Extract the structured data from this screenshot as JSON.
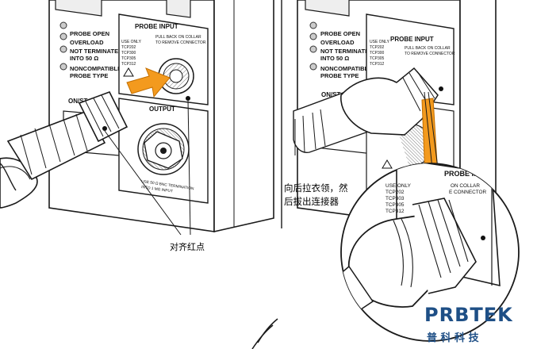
{
  "left_panel": {
    "leds": [
      "PROBE OPEN",
      "OVERLOAD",
      "NOT TERMINATED",
      "INTO 50 Ω",
      "NONCOMPATIBLE",
      "PROBE TYPE"
    ],
    "probe_input": "PROBE INPUT",
    "use_only": [
      "USE ONLY",
      "TCP202",
      "TCP300",
      "TCP305",
      "TCP312"
    ],
    "pull_note": [
      "PULL BACK ON COLLAR",
      "TO REMOVE CONNECTOR"
    ],
    "on_stby": "ON/ST",
    "output": "OUTPUT",
    "output_note": [
      "USE 50 Ω BNC TERMINATION",
      "INTO 1 MΩ INPUT"
    ],
    "callout": "对齐红点"
  },
  "right_panel": {
    "leds": [
      "PROBE OPEN",
      "OVERLOAD",
      "NOT TERMINATED",
      "INTO 50 Ω",
      "NONCOMPATIBLE",
      "PROBE TYPE"
    ],
    "probe_input": "PROBE INPUT",
    "use_only": [
      "USE ONLY",
      "TCP202",
      "TCP300",
      "TCP305",
      "TCP312"
    ],
    "pull_note": [
      "PULL BACK ON COLLAR",
      "TO REMOVE CONNECTOR"
    ],
    "on_stby": "ON/ST",
    "callout_line1": "向后拉衣领，然",
    "callout_line2": "后拔出连接器",
    "zoom_title": "PROBE INPUT",
    "zoom_use_only": [
      "USE ONLY",
      "TCP202",
      "TCP303",
      "TCP305",
      "TCP312"
    ],
    "zoom_pull_note": [
      "ON COLLAR",
      "E CONNECTOR"
    ]
  },
  "logo": {
    "name": "PRBTEK",
    "subtitle": "普 科 科 技"
  },
  "colors": {
    "arrow": "#f39a1e",
    "logo": "#1e4f86",
    "line": "#1a1a1a"
  }
}
